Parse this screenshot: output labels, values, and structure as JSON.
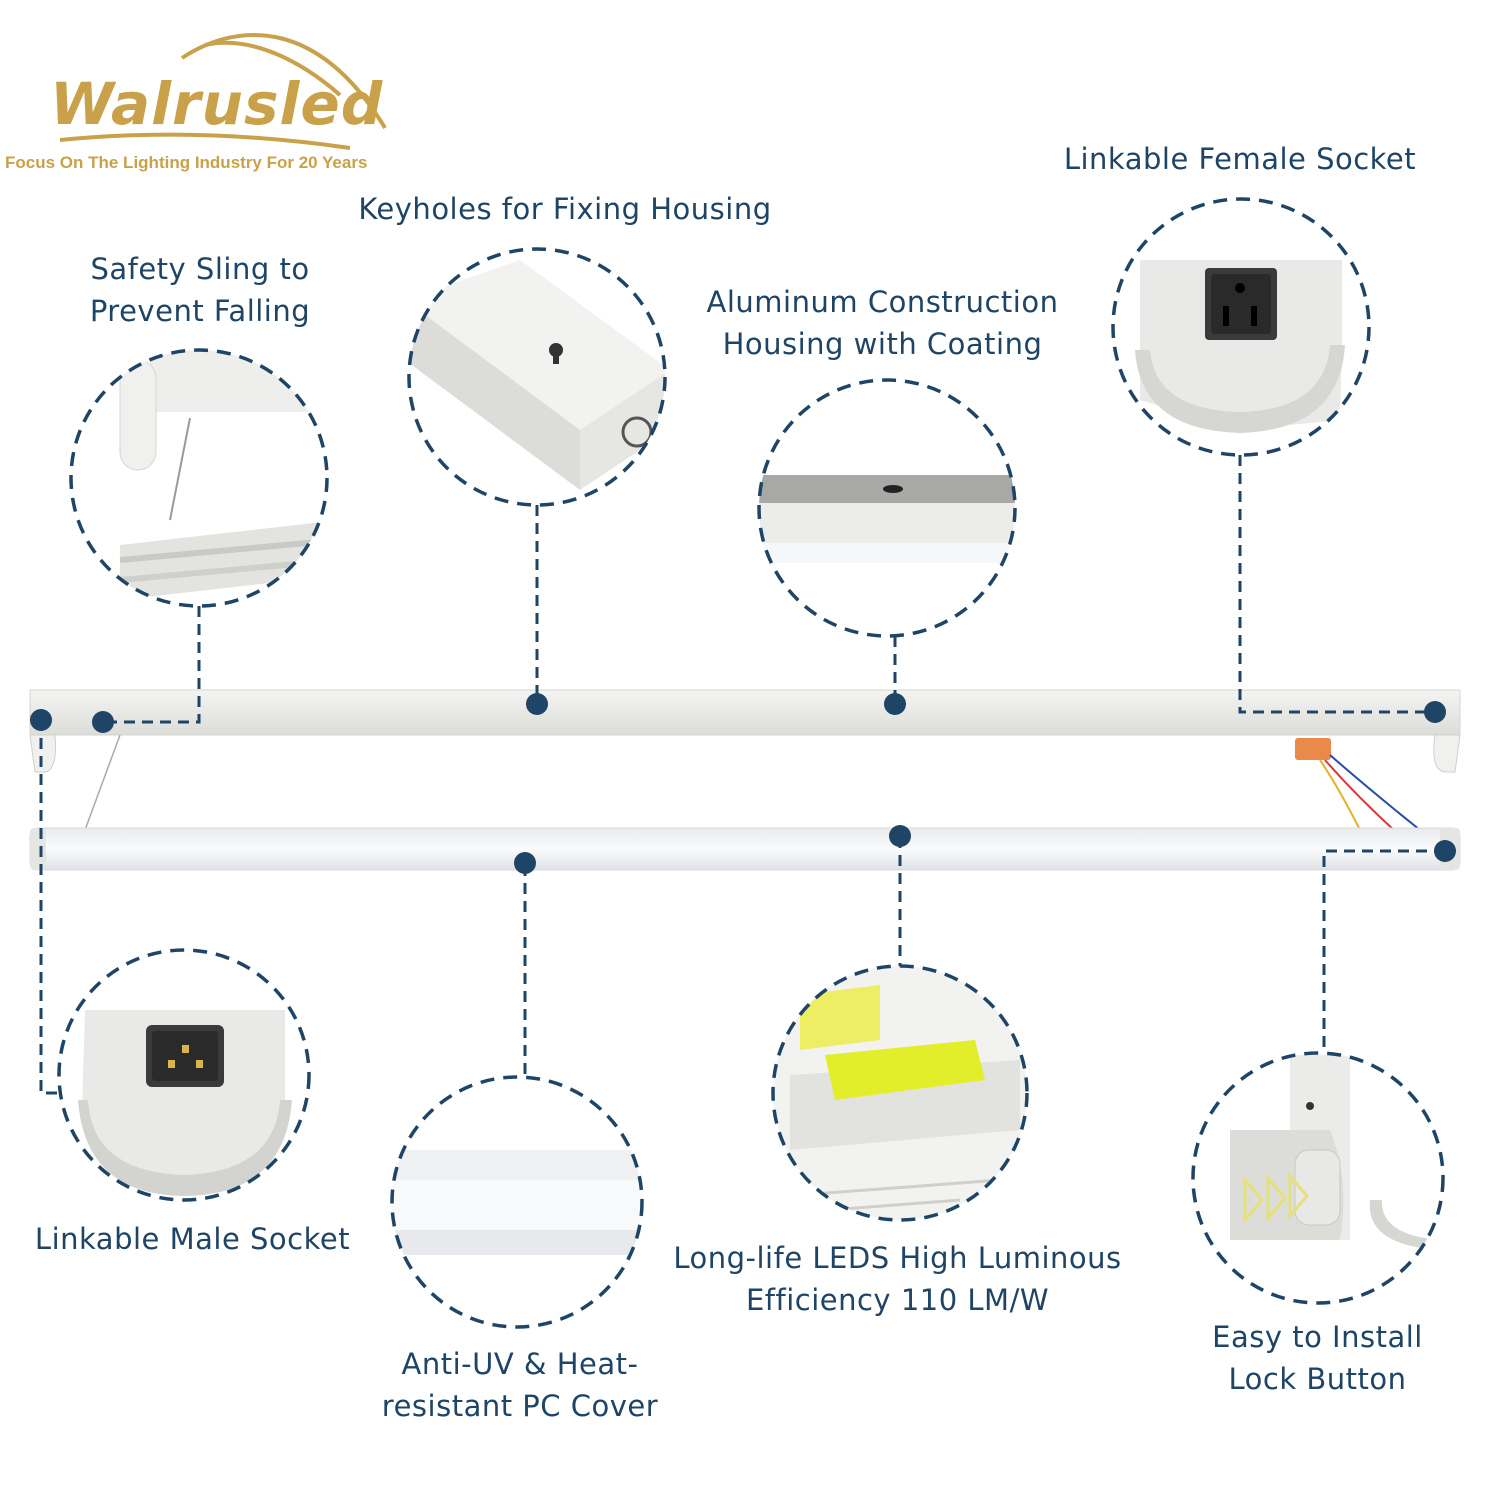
{
  "brand": {
    "name": "Walrusled",
    "tagline": "Focus On The Lighting Industry For 20 Years",
    "color": "#c9a14a"
  },
  "accent_color": "#1e4466",
  "callouts": {
    "female_socket": "Linkable Female Socket",
    "keyholes": "Keyholes for Fixing Housing",
    "sling_line1": "Safety Sling to",
    "sling_line2": "Prevent Falling",
    "aluminum_line1": "Aluminum Construction",
    "aluminum_line2": "Housing with Coating",
    "male_socket": "Linkable Male Socket",
    "pc_cover_line1": "Anti-UV & Heat-",
    "pc_cover_line2": "resistant PC Cover",
    "leds_line1": "Long-life LEDS High Luminous",
    "leds_line2": "Efficiency 110 LM/W",
    "lock_line1": "Easy to Install",
    "lock_line2": "Lock Button"
  }
}
